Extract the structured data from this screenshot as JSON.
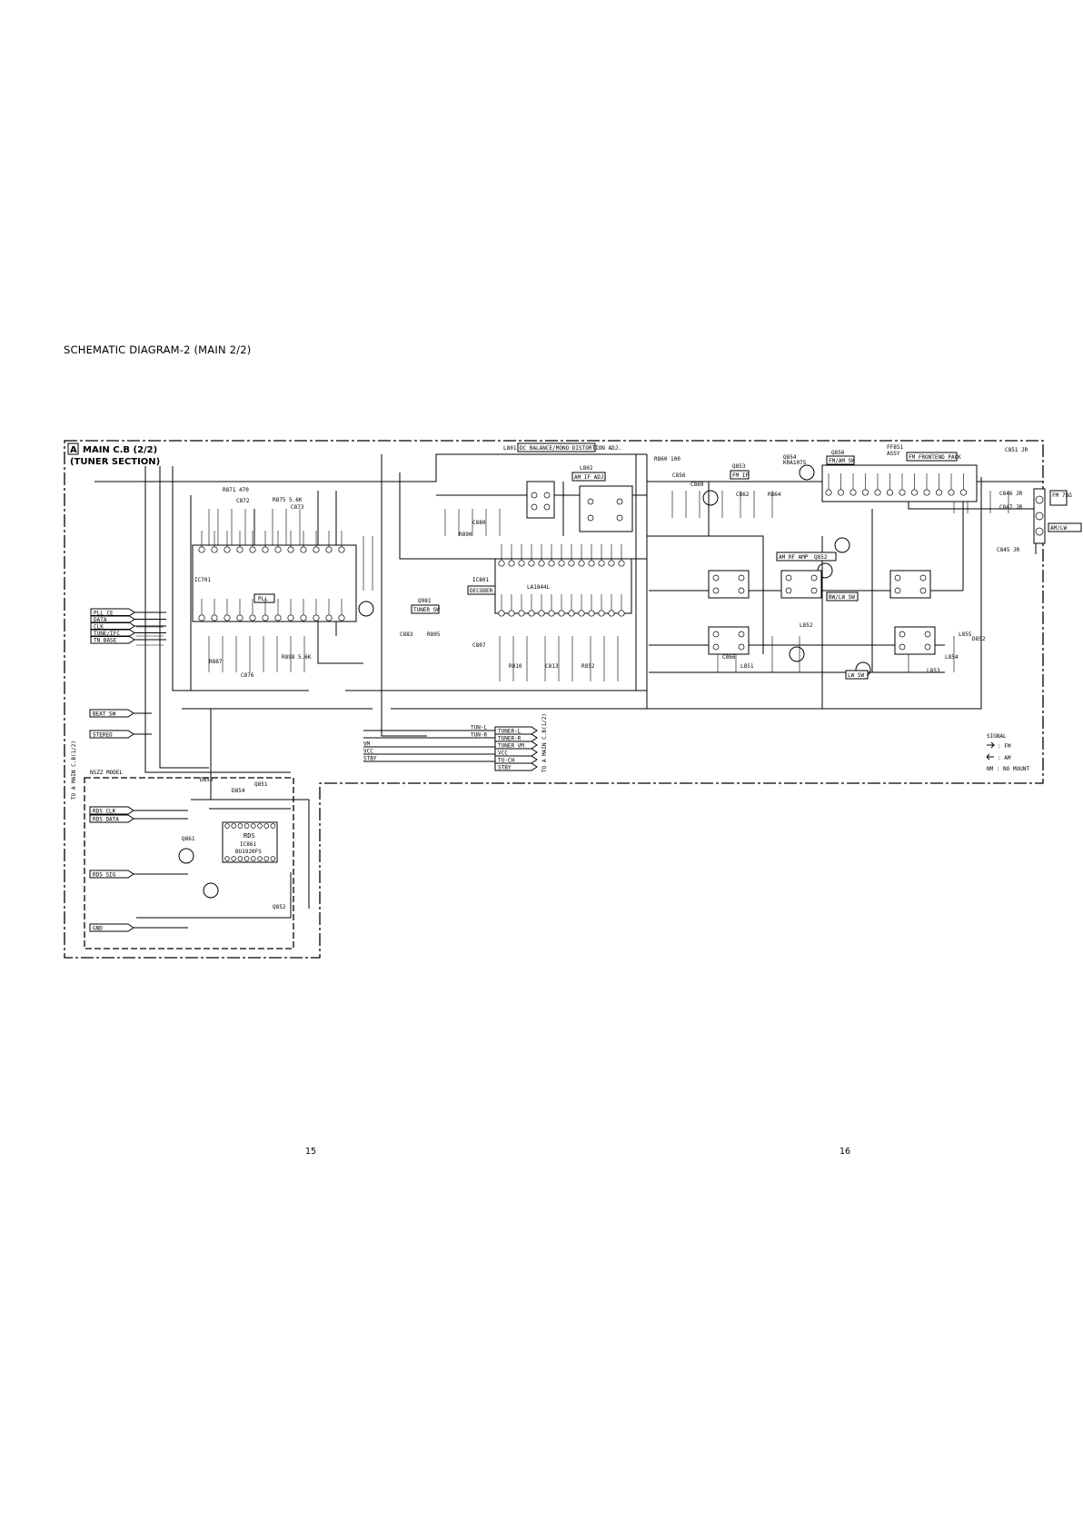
{
  "page": {
    "title": "SCHEMATIC DIAGRAM-2 (MAIN 2/2)",
    "page_left": "15",
    "page_right": "16"
  },
  "board": {
    "id_letter": "A",
    "title": "MAIN C.B (2/2)",
    "section": "(TUNER SECTION)"
  },
  "top_labels": {
    "l801": "L801",
    "l801_desc": "DC BALANCE/MONO DISTORTION ADJ.",
    "l802": "L802",
    "l802_desc": "AM IF ADJ.",
    "q853": "Q853",
    "q853_desc": "FM IF",
    "q856": "Q856",
    "q856_desc": "FM/AM SW",
    "ff851": "FF851",
    "ff851_part": "ASSY",
    "ff851_desc": "FM FRONTEND PACK",
    "q854": "Q854",
    "q854_part": "KRA107S"
  },
  "ics": {
    "pll": "PLL",
    "ic701_name": "IC701",
    "ic801_name": "IC801",
    "ic801_part": "LA1844L",
    "ic801_desc": "DECODER",
    "rds_name": "IC861",
    "rds_part": "BU1920FS",
    "rds_desc": "RDS"
  },
  "blocks": {
    "q981_desc": "TUNER SW",
    "q981": "Q981",
    "am_rf": "AM RF AMP",
    "am_rf_q": "Q852",
    "bw_lw": "BW/LW SW",
    "lw": "LW SW",
    "q861": "Q861",
    "nsz": "NSZZ MODEL",
    "to_main_left": "TO A MAIN C.B(1/2)",
    "to_main_right": "TO A MAIN C.B(1/2)"
  },
  "left_connectors": [
    "PLL CE",
    "DATA",
    "CLK",
    "TUNE/IFC",
    "TN BASE"
  ],
  "mid_left_connectors": [
    "BEAT SW",
    "STEREO"
  ],
  "rds_connectors": [
    "RDS CLK",
    "RDS DATA",
    "RDS SIG",
    "GND"
  ],
  "bottom_connectors": [
    "TUNER-L",
    "TUNER-R",
    "TUNER VM",
    "VCC",
    "TU-CH",
    "STBY"
  ],
  "bottom_wire_labels": [
    "TUN-L",
    "TUN-R",
    "VM",
    "VCC",
    "STBY"
  ],
  "antenna": {
    "fm": "FM 75Ω",
    "am": "AM/LW"
  },
  "legend": {
    "title": "SIGNAL",
    "fm": ": FM",
    "am": ": AM",
    "nm": "NM : NO MOUNT"
  },
  "components": [
    "R871 470",
    "C872",
    "R875 5.6K",
    "C873",
    "R887",
    "C876",
    "R898 5.6K",
    "C880",
    "R890",
    "C883",
    "R805",
    "C807",
    "R810",
    "C813",
    "R852",
    "C856",
    "C860",
    "C862",
    "R864",
    "C866",
    "L851",
    "L852",
    "L853",
    "L854",
    "L855",
    "D852",
    "D853",
    "D854",
    "Q851",
    "Q852",
    "R860 100",
    "C851 JR",
    "C847 JR",
    "C846 JR",
    "C845 JR"
  ]
}
